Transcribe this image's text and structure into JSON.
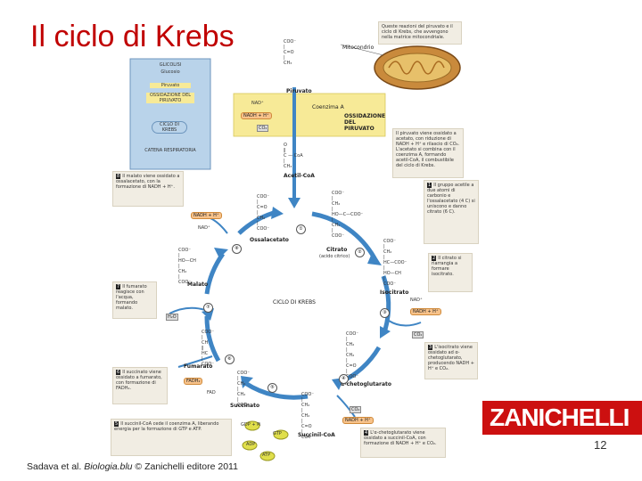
{
  "slide": {
    "title": "Il ciclo di Krebs",
    "page_number": "12",
    "credit_prefix": "Sadava et al. ",
    "credit_book": "Biologia.blu",
    "credit_suffix": " © Zanichelli editore 2011",
    "logo_text": "ZANICHELLI",
    "brand_color": "#cc1010"
  },
  "diagram": {
    "overview": [
      "GLICOLISI",
      "Glucosio",
      "Piruvato",
      "OSSIDAZIONE DEL PIRUVATO",
      "CICLO DI KREBS",
      "CATENA RESPIRATORIA"
    ],
    "mito_note": "Queste reazioni del piruvato e il ciclo di Krebs, che avvengono nella matrice mitocondriale.",
    "mitocondrio": "Mitocondrio",
    "piruvato": "Piruvato",
    "coenzima": "Coenzima A",
    "ossidazione": "OSSIDAZIONE DEL PIRUVATO",
    "nad": "NAD⁺",
    "nadh": "NADH + H⁺",
    "co2": "CO₂",
    "acetil": "Acetil-CoA",
    "piruvato_note": "Il piruvato viene ossidato a acetato, con riduzione di NADH + H⁺ e rilascio di CO₂. L'acetato si combina con il coenzima A, formando acetil-CoA, il combustibile del ciclo di Krebs.",
    "ossalacetato": "Ossalacetato",
    "citrato": "Citrato",
    "acido_citrico": "(acido citrico)",
    "isocitrato": "Isocitrato",
    "chetoglutarato": "α-chetoglutarato",
    "succinil": "Succinil-CoA",
    "succinato": "Succinato",
    "fumarato": "Fumarato",
    "malato": "Malato",
    "ciclo": "CICLO DI KREBS",
    "fad": "FAD",
    "fadh2": "FADH₂",
    "gdp": "GDP + Pi",
    "gtp": "GTP",
    "adp": "ADP",
    "atp": "ATP",
    "h2o": "H₂O",
    "step_numbers": [
      "①",
      "②",
      "③",
      "④",
      "⑤",
      "⑥",
      "⑦",
      "⑧"
    ],
    "notes": [
      {
        "n": "1",
        "text": "Il gruppo acetile a due atomi di carbonio e l'ossalacetato (4 C) si uniscono e danno citrato (6 C)."
      },
      {
        "n": "2",
        "text": "Il citrato si riarrangia a formare isocitrato."
      },
      {
        "n": "3",
        "text": "L'isocitrato viene ossidato ad α-chetoglutarato, producendo NADH + H⁺ e CO₂."
      },
      {
        "n": "4",
        "text": "L'α-chetoglutarato viene ossidato a succinil-CoA, con formazione di NADH + H⁺ e CO₂."
      },
      {
        "n": "5",
        "text": "Il succinil-CoA cede il coenzima A, liberando energia per la formazione di GTP e ATP."
      },
      {
        "n": "6",
        "text": "Il succinato viene ossidato a fumarato, con formazione di FADH₂."
      },
      {
        "n": "7",
        "text": "Il fumarato reagisce con l'acqua, formando malato."
      },
      {
        "n": "8",
        "text": "Il malato viene ossidato a ossalacetato, con la formazione di NADH + H⁺."
      }
    ]
  }
}
